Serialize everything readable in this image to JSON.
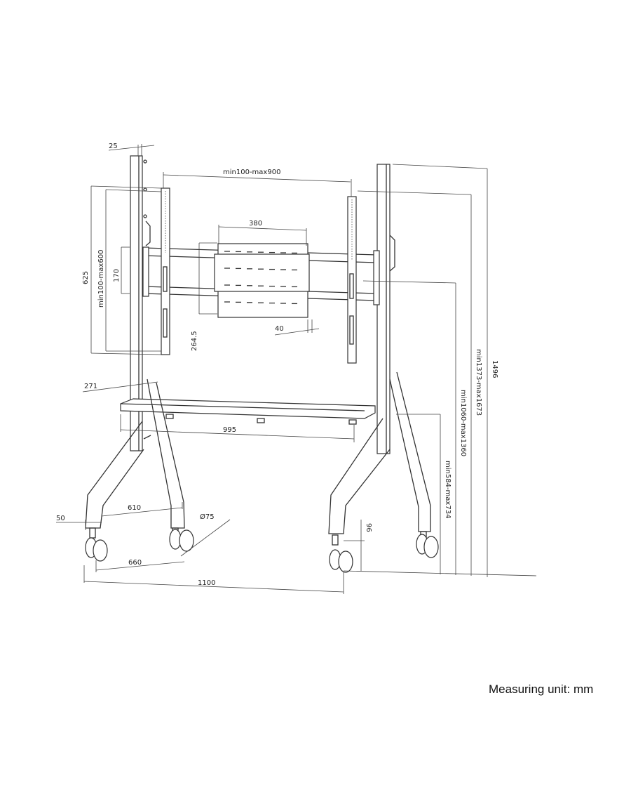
{
  "dimensions": {
    "post_depth": "25",
    "bracket_spacing": "min100-max900",
    "plate_width": "380",
    "bracket_length": "625",
    "vesa_vertical": "min100-max600",
    "rail_spacing": "170",
    "plate_height": "264.5",
    "plate_depth": "40",
    "shelf_depth": "271",
    "shelf_width": "995",
    "leg_inner": "610",
    "leg_width": "50",
    "caster_diameter": "Ø75",
    "leg_outer": "660",
    "base_width": "1100",
    "caster_height": "96",
    "shelf_height": "min584-max734",
    "center_height": "min1060-max1360",
    "top_height": "min1373-max1673",
    "total_height": "1496"
  },
  "note": "Measuring unit: mm"
}
